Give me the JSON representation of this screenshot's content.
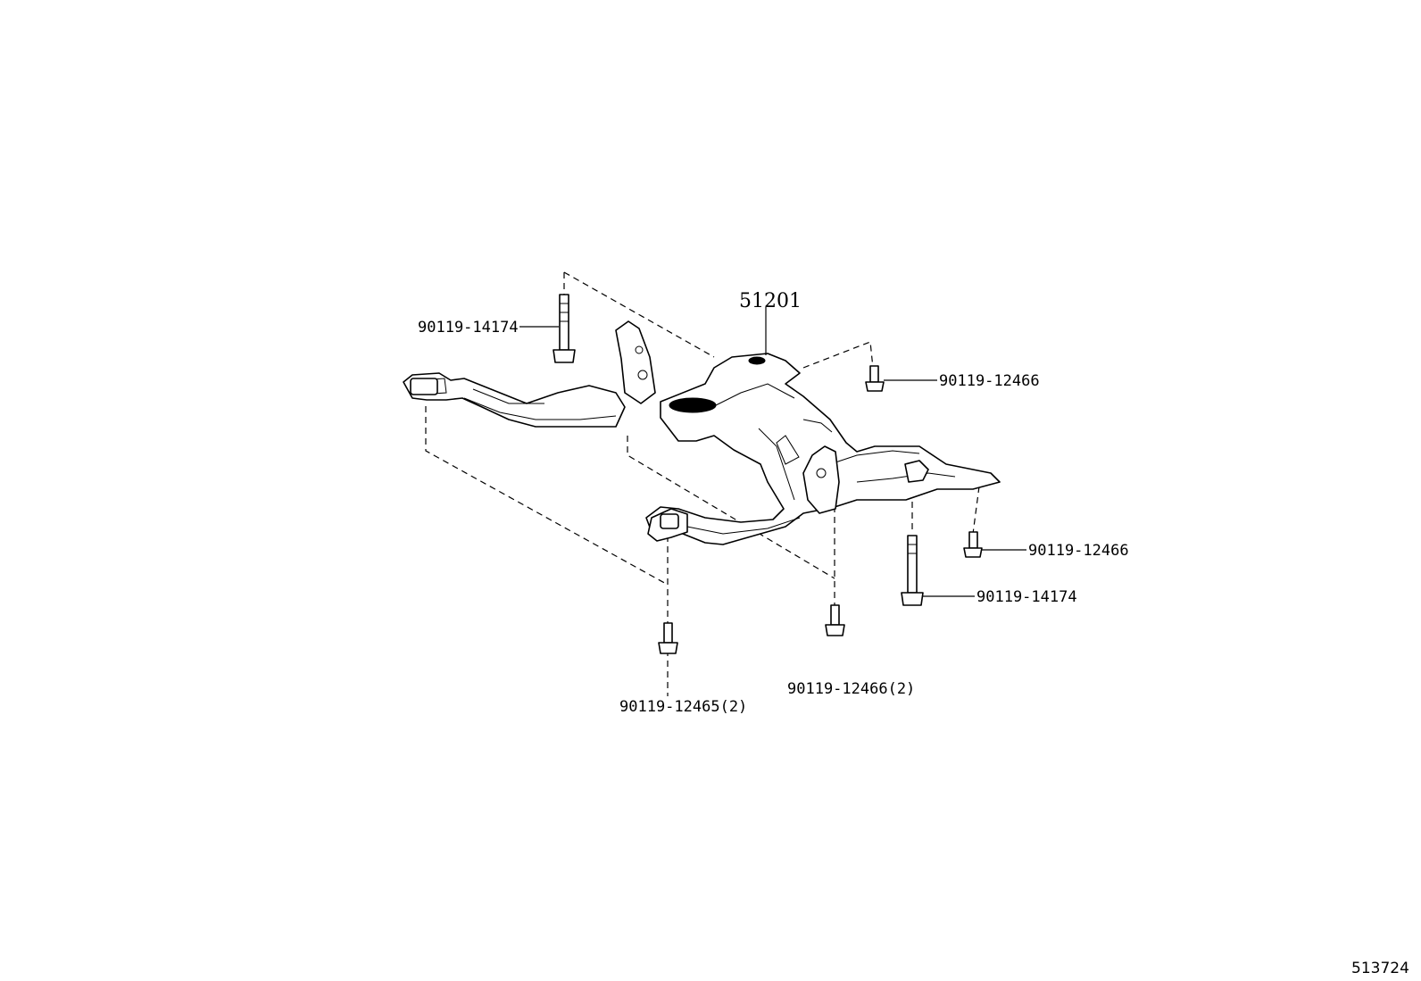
{
  "figure_number": "513724",
  "main_part": {
    "number": "51201"
  },
  "callouts": {
    "bolt_top_left": "90119-14174",
    "bolt_top_right": "90119-12466",
    "bolt_right_mid": "90119-12466",
    "bolt_right_long": "90119-14174",
    "bolt_bottom_center": "90119-12466(2)",
    "bolt_bottom_left": "90119-12465(2)"
  }
}
